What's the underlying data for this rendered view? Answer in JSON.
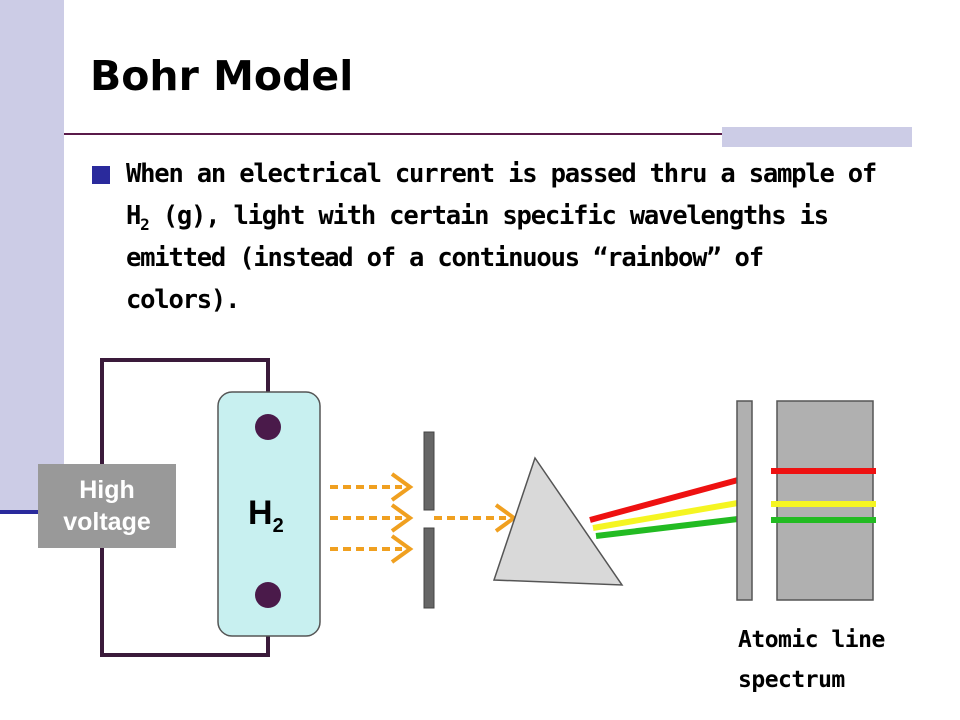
{
  "slide": {
    "title": "Bohr Model",
    "bullet": {
      "part1": "When an electrical current is passed thru a sample of H",
      "sub": "2",
      "part2": " (g), light with certain specific wavelengths is emitted (instead of a continuous “rainbow” of colors)."
    }
  },
  "diagram": {
    "voltage_line1": "High",
    "voltage_line2": "voltage",
    "tube_label": "H",
    "tube_label_sub": "2",
    "spectrum_line1": "Atomic line",
    "spectrum_line2": "spectrum"
  },
  "colors": {
    "accent_bar": "#cccce6",
    "bullet": "#2a2a9c",
    "wire": "#3a1a3a",
    "tube": "#c8f0f0",
    "arrow": "#f0a020",
    "ray_red": "#ee1111",
    "ray_yellow": "#f5f522",
    "ray_green": "#22bb22",
    "prism": "#d9d9d9",
    "spectrum_plate": "#b0b0b0"
  }
}
